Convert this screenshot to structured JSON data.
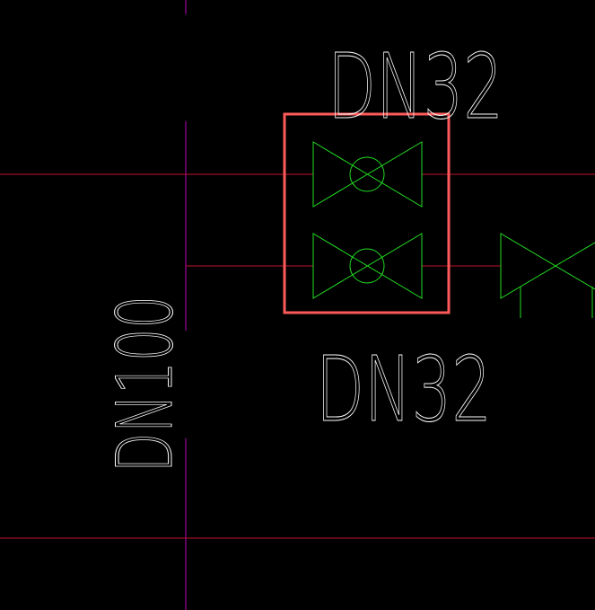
{
  "labels": {
    "top": "DN32",
    "bottom": "DN32",
    "vertical": "DN100"
  },
  "colors": {
    "background": "#000000",
    "pipe_red": "#c0142a",
    "pipe_magenta": "#c000c0",
    "valve_green": "#22dd22",
    "text": "#ffffff",
    "selection_box": "#ff5a5a"
  },
  "symbols": [
    {
      "name": "gate-valve-upper",
      "type": "valve"
    },
    {
      "name": "gate-valve-lower",
      "type": "valve"
    },
    {
      "name": "check-valve-partial",
      "type": "valve"
    }
  ]
}
